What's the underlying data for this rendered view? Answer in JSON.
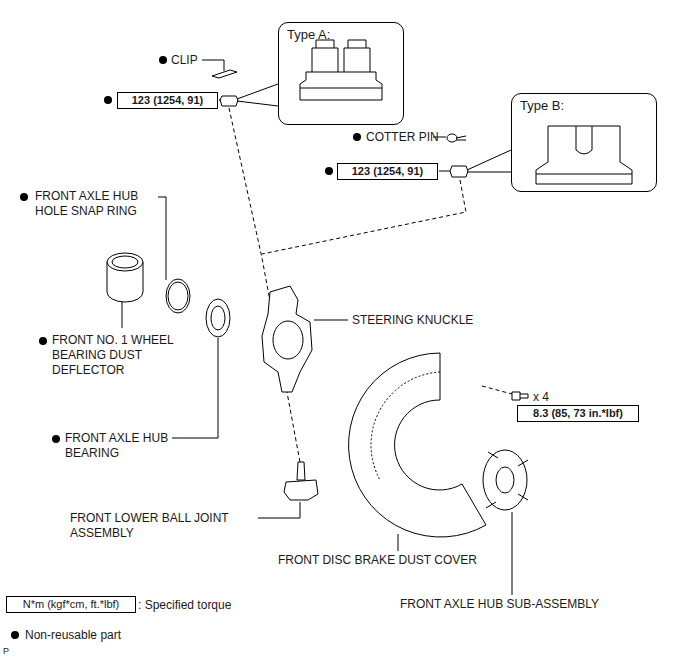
{
  "diagram": {
    "nodes": [
      {
        "text": [
          "Type A:"
        ]
      },
      {
        "text": [
          "Type B:"
        ]
      },
      {
        "text": [
          "123 (1254, 91)"
        ]
      },
      {
        "text": [
          "123 (1254, 91)"
        ]
      },
      {
        "text": [
          "8.3 (85, 73 in.*lbf)"
        ]
      },
      {
        "text": [
          "N*m (kgf*cm, ft.*lbf)"
        ]
      }
    ],
    "labels": [
      "CLIP",
      "COTTER PIN",
      "FRONT AXLE HUB HOLE SNAP RING",
      "FRONT NO. 1 WHEEL BEARING DUST DEFLECTOR",
      "STEERING KNUCKLE",
      "FRONT AXLE HUB BEARING",
      "x 4",
      "FRONT LOWER BALL JOINT ASSEMBLY",
      "FRONT DISC BRAKE DUST COVER",
      "FRONT AXLE HUB SUB-ASSEMBLY",
      ": Specified torque",
      "P"
    ],
    "legend": [
      {
        "text": "Non-reusable part"
      }
    ]
  }
}
